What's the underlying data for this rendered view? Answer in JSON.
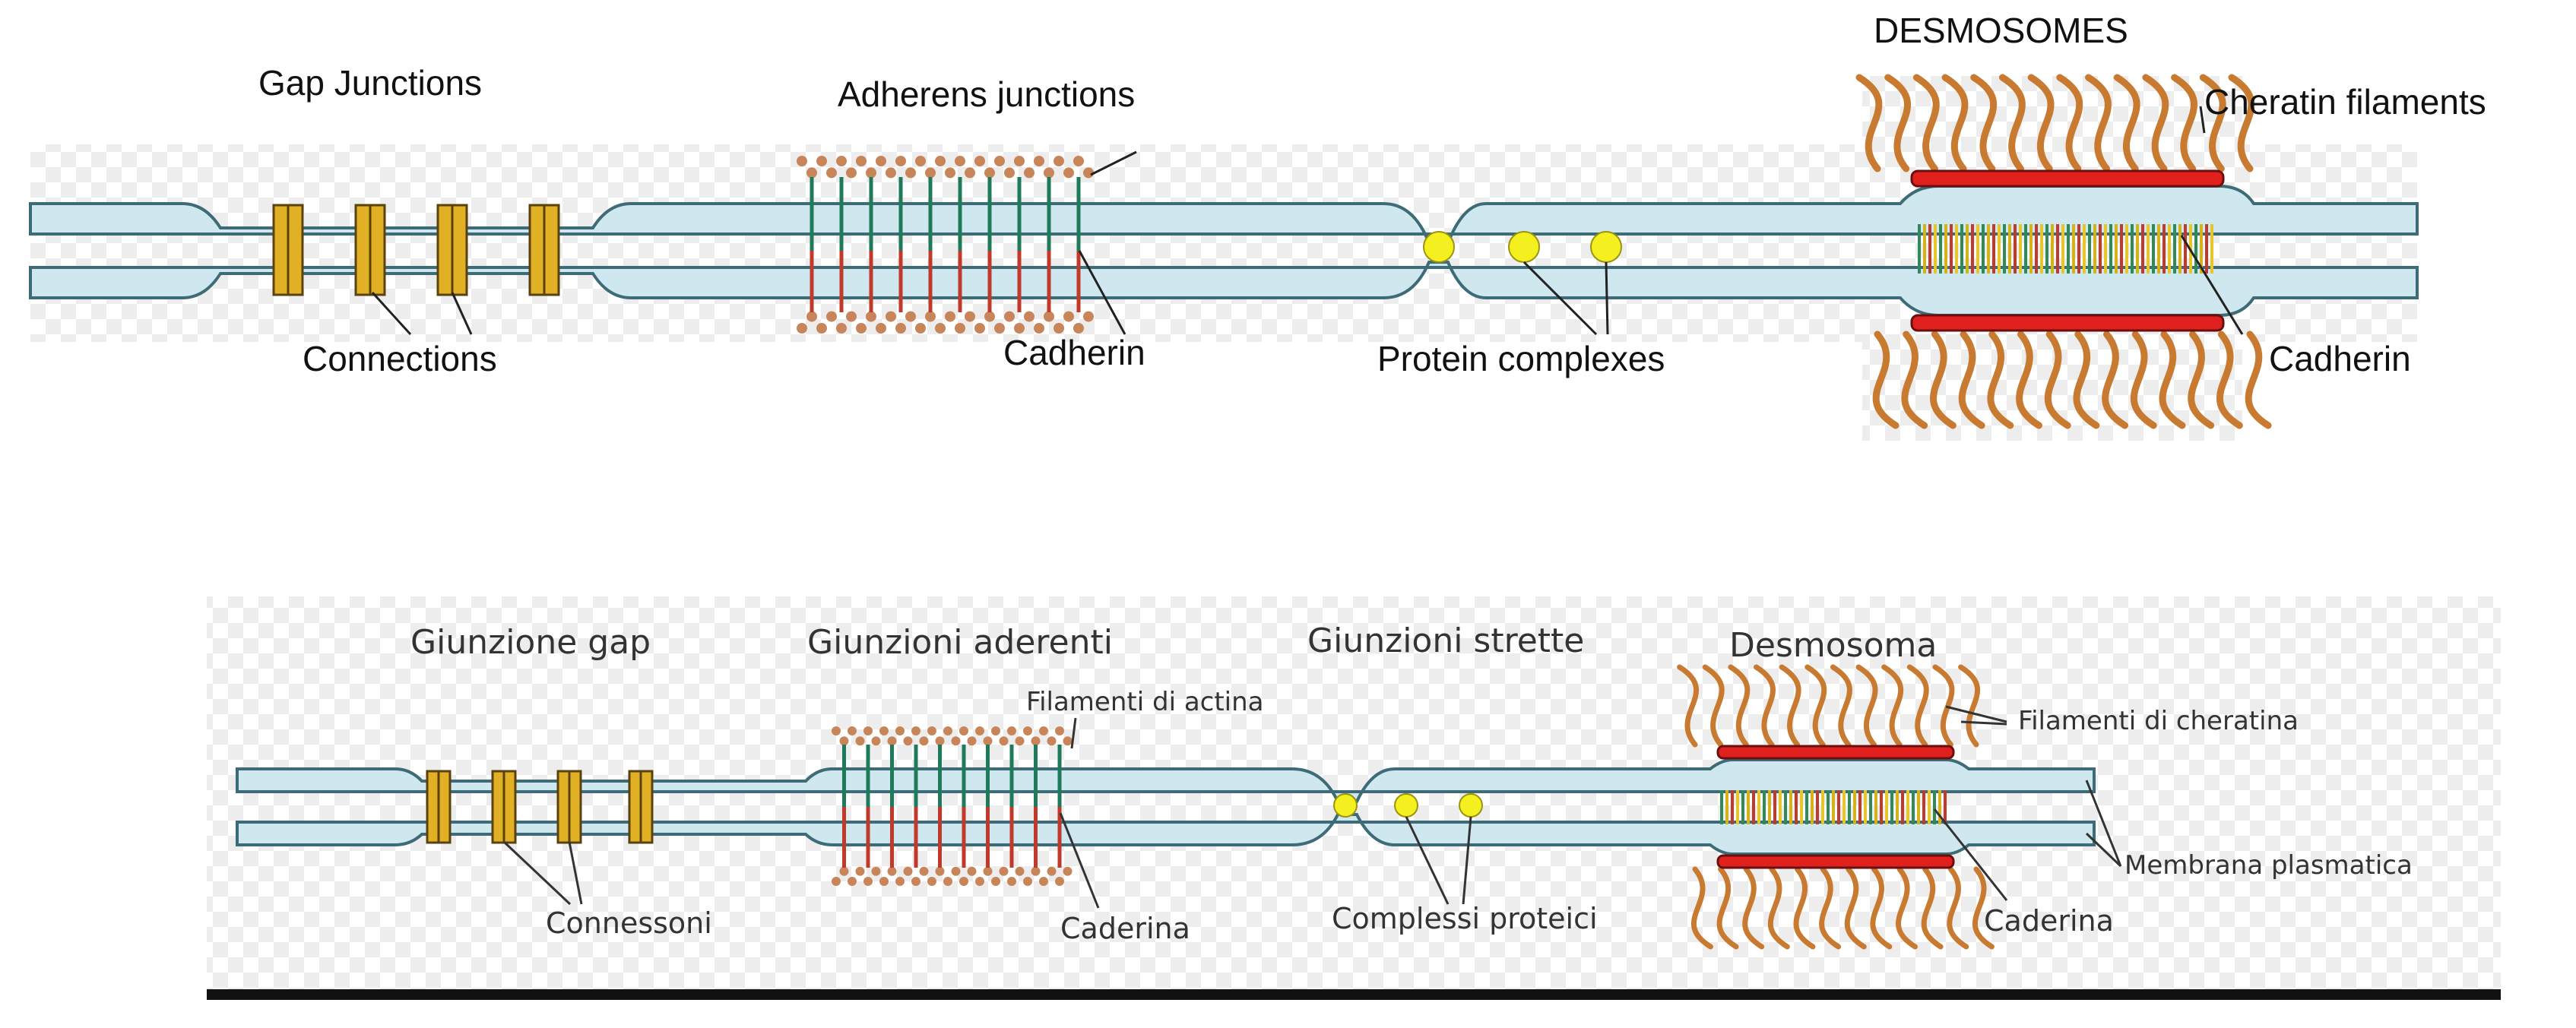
{
  "colors": {
    "membrane_fill": "#cfe7ee",
    "membrane_stroke": "#3d6b78",
    "connexon": "#e2b024",
    "actin_dot": "#c8855a",
    "cadherin_green": "#1f7a5a",
    "cadherin_red": "#c0392b",
    "plaque_red": "#e0201c",
    "keratin": "#c87a30",
    "protein_yellow": "#f4ef1e",
    "checker": "#ededed"
  },
  "top_panel": {
    "gap_title": "Gap Junctions",
    "adherens_title": "Adherens junctions",
    "desmo_title": "DESMOSOMES",
    "keratin_label": "Cheratin filaments",
    "connections_label": "Connections",
    "cadherin_label_1": "Cadherin",
    "protein_label": "Protein complexes",
    "cadherin_label_2": "Cadherin"
  },
  "bottom_panel": {
    "gap_title": "Giunzione gap",
    "adherens_title": "Giunzioni aderenti",
    "tight_title": "Giunzioni strette",
    "desmo_title": "Desmosoma",
    "actin_label": "Filamenti di actina",
    "keratin_label": "Filamenti di cheratina",
    "connexon_label": "Connessoni",
    "cadherin_label_1": "Caderina",
    "protein_label": "Complessi proteici",
    "cadherin_label_2": "Caderina",
    "membrane_label": "Membrana plasmatica"
  }
}
